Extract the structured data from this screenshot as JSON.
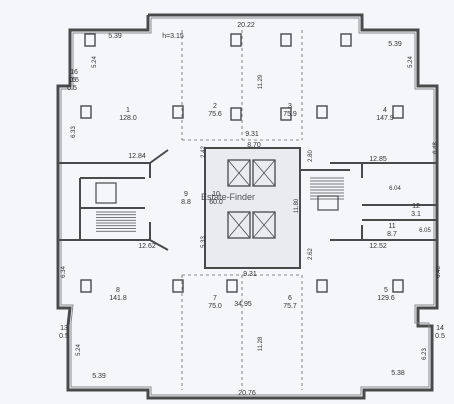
{
  "plan": {
    "colors": {
      "paper": "#f4f6fa",
      "wall": "#4a4a4a",
      "window": "#8a8a8a",
      "dash": "#666666",
      "text": "#333333",
      "core": "#e9ebee"
    },
    "rooms": [
      {
        "id": "1",
        "area": "128.0"
      },
      {
        "id": "2",
        "area": "75.6"
      },
      {
        "id": "3",
        "area": "75.9"
      },
      {
        "id": "4",
        "area": "147.9"
      },
      {
        "id": "5",
        "area": "129.6"
      },
      {
        "id": "6",
        "area": "75.7"
      },
      {
        "id": "7",
        "area": "75.0"
      },
      {
        "id": "8",
        "area": "141.8"
      },
      {
        "id": "9",
        "area": "8.8"
      },
      {
        "id": "10",
        "area": "60.0"
      },
      {
        "id": "11",
        "area": "8.7"
      },
      {
        "id": "12",
        "area": "3.1"
      },
      {
        "id": "13",
        "area": "0.5"
      },
      {
        "id": "14",
        "area": "0.5"
      },
      {
        "id": "15",
        "area": "0.5"
      },
      {
        "id": "16",
        "area": "0.5"
      }
    ],
    "dimensions": {
      "top_width": "20.22",
      "bottom_width": "20.76",
      "ceiling_height": "h=3.15",
      "corner_top_left": "5.39",
      "corner_top_right": "5.39",
      "corner_bottom_left": "5.39",
      "corner_bottom_right": "5.38",
      "left_upper_wing": "5.24",
      "right_upper_wing": "5.24",
      "left_lower_wing": "5.24",
      "right_lower_wing": "6.23",
      "left_upper": "6.33",
      "right_upper": "6.48",
      "left_lower": "6.34",
      "right_lower": "6.48",
      "north_span_2_3": "11.29",
      "south_span_6_7": "11.28",
      "north_core": "9.31",
      "south_core": "9.31",
      "core_top": "8.70",
      "core_left_top": "2.42",
      "core_right_top": "2.80",
      "core_left_bottom": "5.33",
      "core_right_bottom": "2.62",
      "core_right_mid": "11.80",
      "west_upper": "12.84",
      "west_lower": "12.62",
      "east_upper": "12.85",
      "east_lower": "12.52",
      "south_mid": "34.95",
      "stair_right": "6.04",
      "stair_right_b": "6.05"
    },
    "watermark": "Estate-Finder"
  }
}
